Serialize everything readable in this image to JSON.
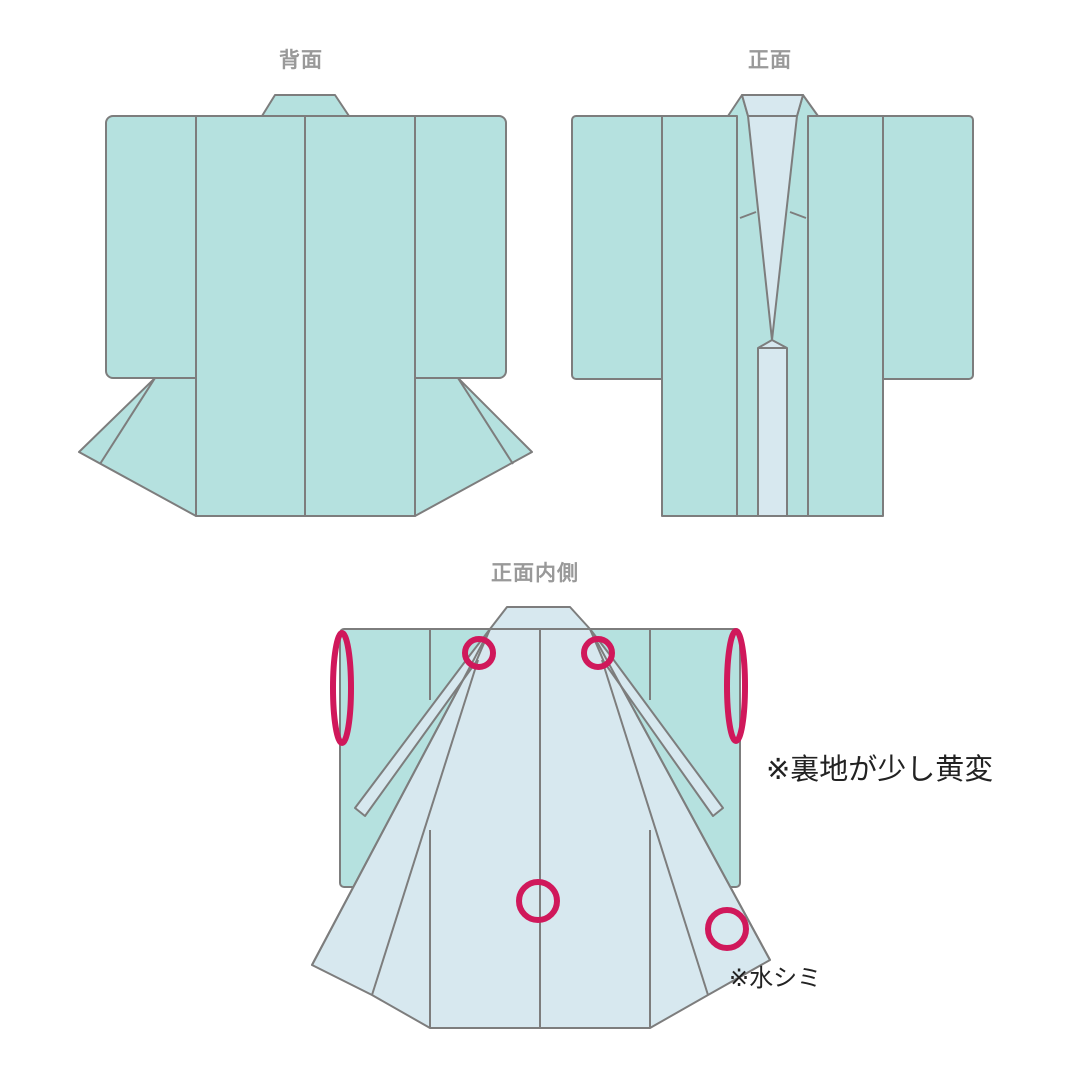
{
  "views": {
    "back": {
      "label": "背面"
    },
    "front": {
      "label": "正面"
    },
    "inside": {
      "label": "正面内側"
    }
  },
  "notes": {
    "yellowing": "※裏地が少し黄変",
    "water_stain": "※水シミ"
  },
  "colors": {
    "outer_fabric": "#b5e1df",
    "lining_fabric": "#d7e8ef",
    "outline": "#7d7d7d",
    "defect_marker": "#d0185b",
    "label_gray": "#999999"
  },
  "defect_markers": {
    "sleeve_ovals": 2,
    "stain_circles": 4
  }
}
